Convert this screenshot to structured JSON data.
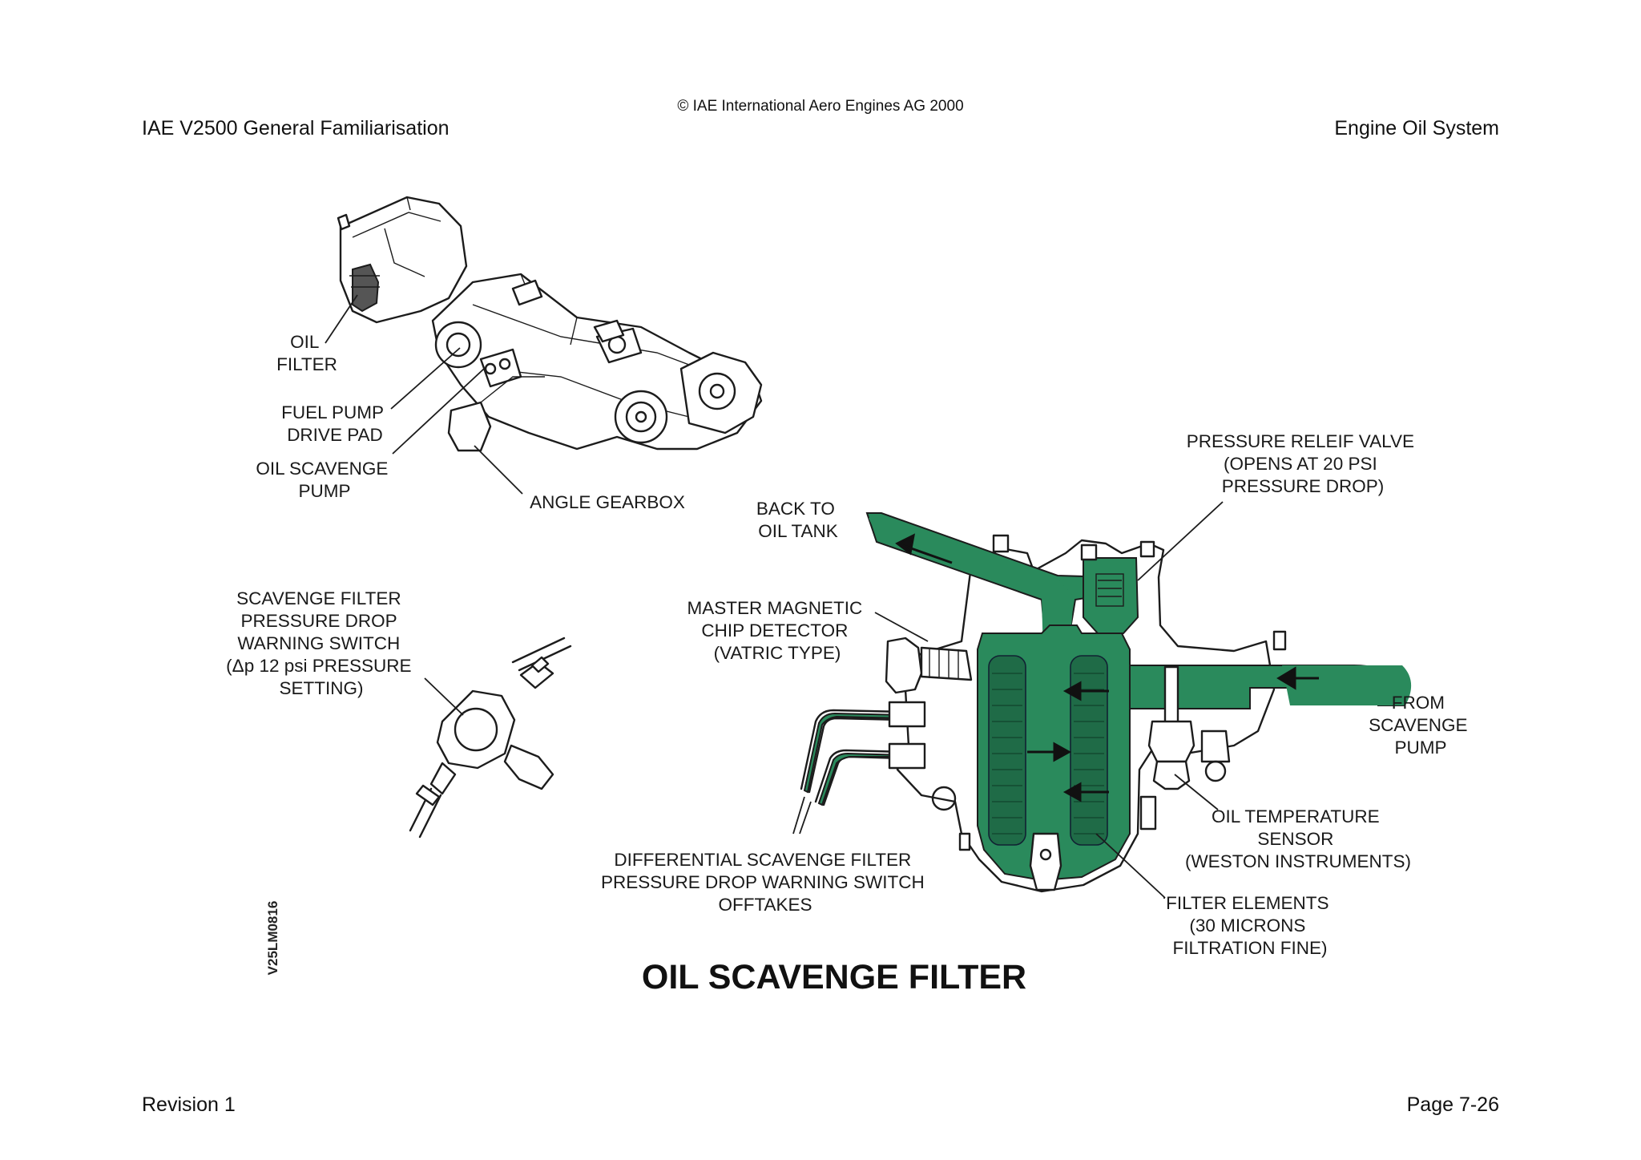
{
  "header": {
    "left": "IAE V2500 General Familiarisation",
    "right": "Engine Oil System",
    "copyright": "© IAE International Aero Engines AG 2000"
  },
  "footer": {
    "left": "Revision 1",
    "right": "Page 7-26"
  },
  "figure": {
    "title": "OIL SCAVENGE FILTER",
    "reference": "V25LM0816",
    "colors": {
      "oil_flow": "#2a8a5c",
      "ink": "#1c1c1c"
    },
    "gearbox_labels": {
      "oil_filter": [
        "OIL",
        "FILTER"
      ],
      "fuel_pump_drive_pad": [
        "FUEL PUMP",
        "DRIVE PAD"
      ],
      "oil_scavenge_pump": [
        "OIL SCAVENGE",
        "PUMP"
      ],
      "angle_gearbox": [
        "ANGLE GEARBOX"
      ]
    },
    "switch_label": [
      "SCAVENGE FILTER",
      "PRESSURE DROP",
      "WARNING SWITCH",
      "(Δp 12 psi PRESSURE",
      "SETTING)"
    ],
    "filter_labels": {
      "back_to_oil_tank": [
        "BACK TO",
        "OIL TANK"
      ],
      "pressure_relief_valve": [
        "PRESSURE RELEIF VALVE",
        "(OPENS AT 20 PSI",
        "PRESSURE DROP)"
      ],
      "master_magnetic_chip_detector": [
        "MASTER MAGNETIC",
        "CHIP DETECTOR",
        "(VATRIC TYPE)"
      ],
      "from_scavenge_pump": [
        "FROM",
        "SCAVENGE",
        "PUMP"
      ],
      "oil_temperature_sensor": [
        "OIL TEMPERATURE",
        "SENSOR",
        "(WESTON INSTRUMENTS)"
      ],
      "differential_switch_offtakes": [
        "DIFFERENTIAL SCAVENGE FILTER",
        "PRESSURE DROP WARNING SWITCH",
        "OFFTAKES"
      ],
      "filter_elements": [
        "FILTER ELEMENTS",
        "(30 MICRONS",
        "FILTRATION FINE)"
      ]
    }
  }
}
